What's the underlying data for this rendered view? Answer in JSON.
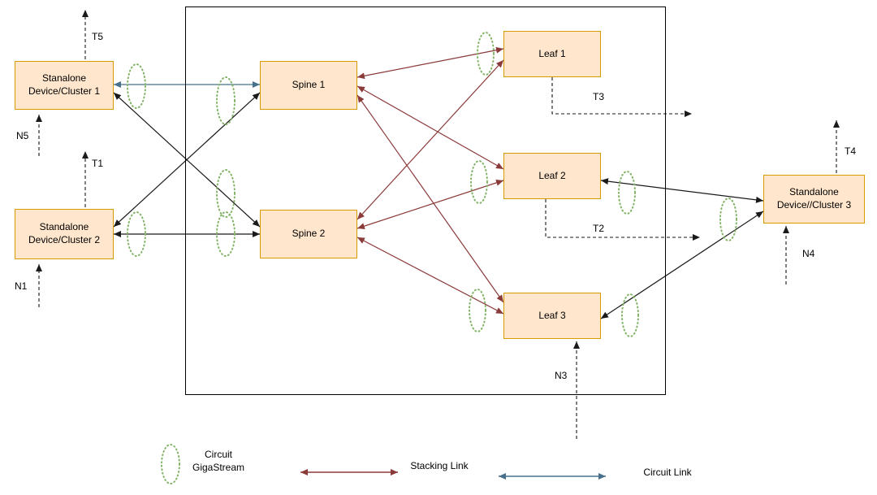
{
  "diagram": {
    "nodes": {
      "cluster1": {
        "label": "Stanalone Device/Cluster 1"
      },
      "cluster2": {
        "label": "Standalone Device/Cluster 2"
      },
      "spine1": {
        "label": "Spine 1"
      },
      "spine2": {
        "label": "Spine 2"
      },
      "leaf1": {
        "label": "Leaf 1"
      },
      "leaf2": {
        "label": "Leaf 2"
      },
      "leaf3": {
        "label": "Leaf 3"
      },
      "cluster3": {
        "label": "Standalone Device//Cluster 3"
      }
    },
    "port_labels": {
      "t5": "T5",
      "n5": "N5",
      "t1": "T1",
      "n1": "N1",
      "t3": "T3",
      "t2": "T2",
      "n3": "N3",
      "t4": "T4",
      "n4": "N4"
    },
    "legend": {
      "gigastream": "Circuit GigaStream",
      "stacking": "Stacking Link",
      "circuit": "Circuit Link"
    },
    "colors": {
      "node_fill": "#ffe6cc",
      "node_border": "#d79b00",
      "gigastream_green": "#82b366",
      "stacking_link": "#8b3a3a",
      "circuit_link": "#46708c",
      "plain_link": "#1a1a1a"
    }
  }
}
